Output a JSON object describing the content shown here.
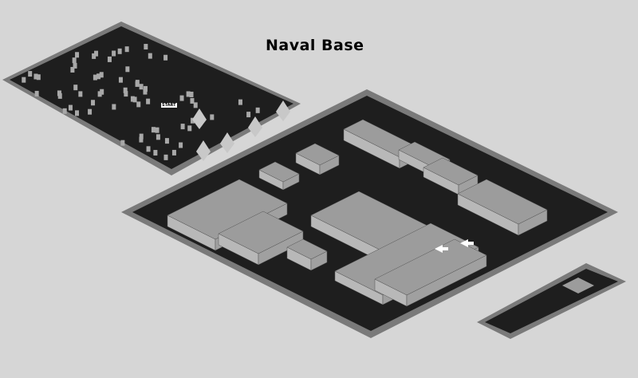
{
  "map": {
    "title": "Naval Base",
    "start_label": "START",
    "areas": [
      "forest",
      "main-base",
      "dock"
    ],
    "colors": {
      "background": "#d6d6d6",
      "ground": "#1e1e1e",
      "wall": "#8a8a8a",
      "roof": "#9c9c9c",
      "building_side": "#b8b8b8"
    }
  }
}
